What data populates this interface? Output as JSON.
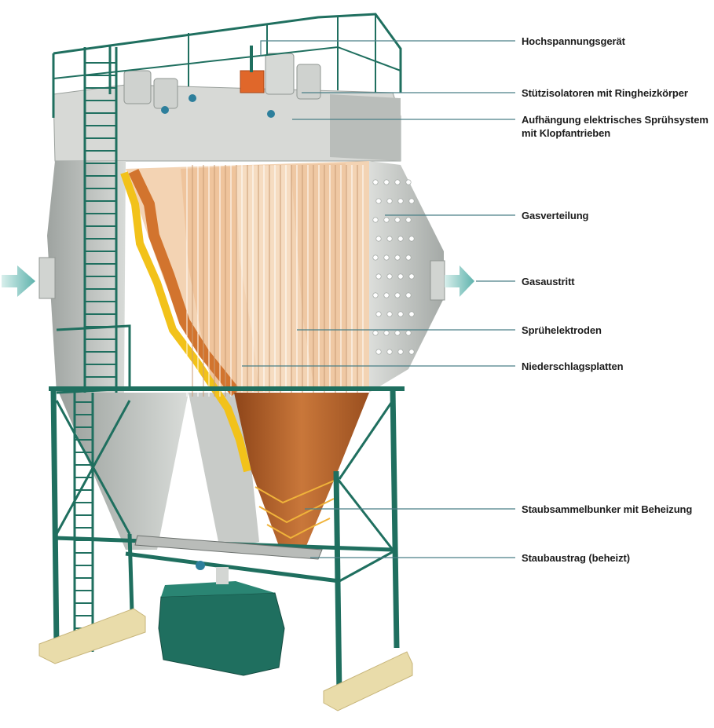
{
  "labels": {
    "hochspannung": "Hochspannungsgerät",
    "stuetzisolatoren": "Stützisolatoren mit Ringheizkörper",
    "aufhaengung_line1": "Aufhängung elektrisches Sprühsystem",
    "aufhaengung_line2": "mit Klopfantrieben",
    "gasverteilung": "Gasverteilung",
    "gasaustritt": "Gasaustritt",
    "spruehelektroden": "Sprühelektroden",
    "niederschlagsplatten": "Niederschlagsplatten",
    "staubsammelbunker": "Staubsammelbunker mit Beheizung",
    "staubaustrag": "Staubaustrag (beheizt)"
  },
  "colors": {
    "steel_green": "#1f6f5f",
    "casing_grey": "#c9ccc9",
    "plates": "#f0c9a6",
    "insulation_orange": "#d2742e",
    "insulation_yellow": "#f2c21a",
    "hopper_copper": "#b5652c",
    "leader_line": "#4a7f86",
    "arrow": "#5fb3ad",
    "foundation": "#e9dcaa"
  },
  "icons": {
    "gas_inlet": "arrow-right-icon",
    "gas_outlet": "arrow-right-icon"
  }
}
